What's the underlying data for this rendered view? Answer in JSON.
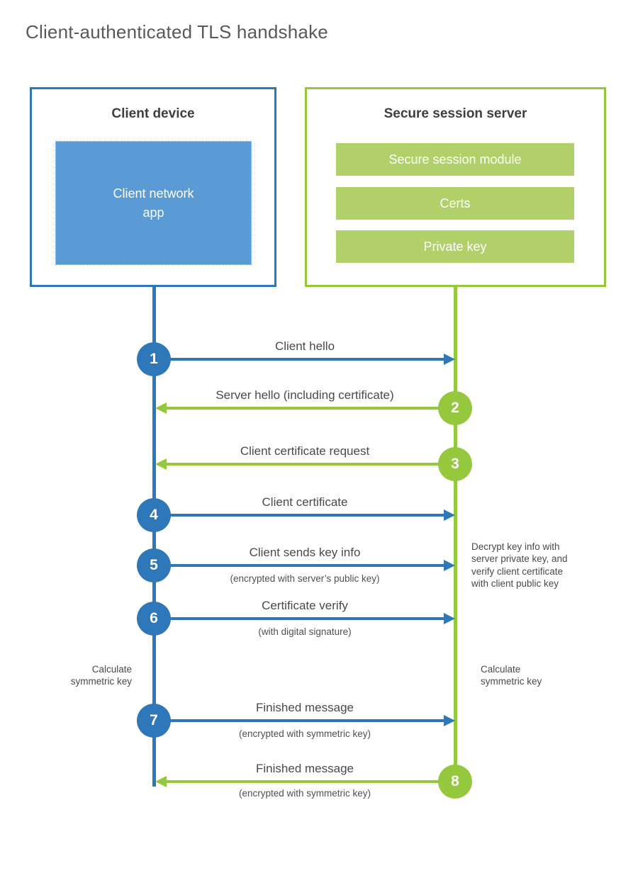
{
  "title": "Client-authenticated TLS handshake",
  "client_box": {
    "heading": "Client device",
    "app_label": "Client network\napp"
  },
  "server_box": {
    "heading": "Secure session server",
    "modules": [
      "Secure session module",
      "Certs",
      "Private key"
    ]
  },
  "steps": [
    {
      "num": "1",
      "label": "Client hello",
      "direction": "client-to-server"
    },
    {
      "num": "2",
      "label": "Server hello (including certificate)",
      "direction": "server-to-client"
    },
    {
      "num": "3",
      "label": "Client certificate request",
      "direction": "server-to-client"
    },
    {
      "num": "4",
      "label": "Client certificate",
      "direction": "client-to-server"
    },
    {
      "num": "5",
      "label": "Client sends key info",
      "sub": "(encrypted with server’s public key)",
      "direction": "client-to-server"
    },
    {
      "num": "6",
      "label": "Certificate verify",
      "sub": "(with digital signature)",
      "direction": "client-to-server"
    },
    {
      "num": "7",
      "label": "Finished message",
      "sub": "(encrypted with symmetric key)",
      "direction": "client-to-server"
    },
    {
      "num": "8",
      "label": "Finished message",
      "sub": "(encrypted with symmetric key)",
      "direction": "server-to-client"
    }
  ],
  "notes": {
    "decrypt": "Decrypt key info with\nserver private key, and\nverify client certificate\nwith client public key",
    "calc_client": "Calculate\nsymmetric key",
    "calc_server": "Calculate\nsymmetric key"
  },
  "colors": {
    "blue": "#2e77b8",
    "blue_fill": "#5b9bd5",
    "green": "#96c83d",
    "green_fill": "#b1d06a"
  }
}
